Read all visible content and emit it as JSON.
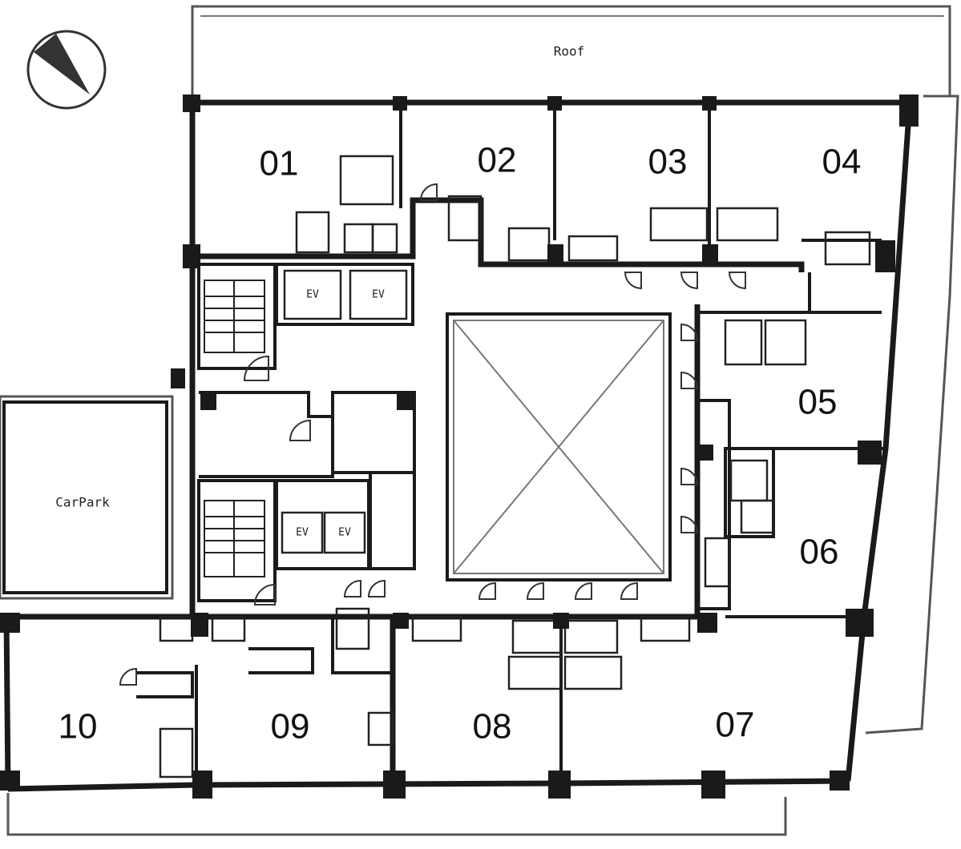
{
  "plan": {
    "roof_label": "Roof",
    "car_park_label": "CarPark",
    "elevator_label": "EV",
    "north_arrow_icon": "north-arrow-icon",
    "void_icon": "void-cross-icon",
    "units": [
      {
        "id": "unit-01",
        "label": "01"
      },
      {
        "id": "unit-02",
        "label": "02"
      },
      {
        "id": "unit-03",
        "label": "03"
      },
      {
        "id": "unit-04",
        "label": "04"
      },
      {
        "id": "unit-05",
        "label": "05"
      },
      {
        "id": "unit-06",
        "label": "06"
      },
      {
        "id": "unit-07",
        "label": "07"
      },
      {
        "id": "unit-08",
        "label": "08"
      },
      {
        "id": "unit-09",
        "label": "09"
      },
      {
        "id": "unit-10",
        "label": "10"
      }
    ]
  }
}
